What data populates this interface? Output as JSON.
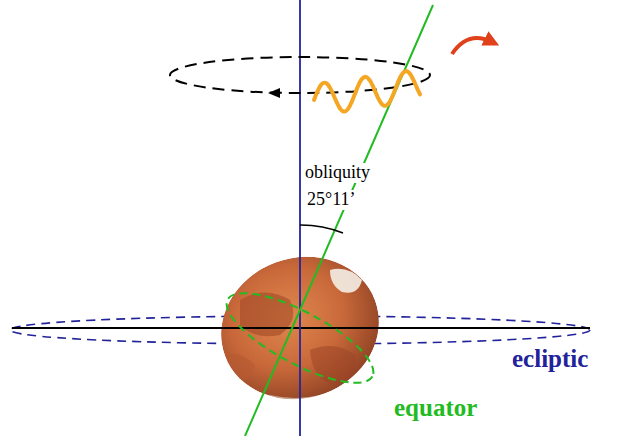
{
  "diagram": {
    "labels": [
      "obliquity",
      "25°11’",
      "ecliptic",
      "equator"
    ]
  }
}
